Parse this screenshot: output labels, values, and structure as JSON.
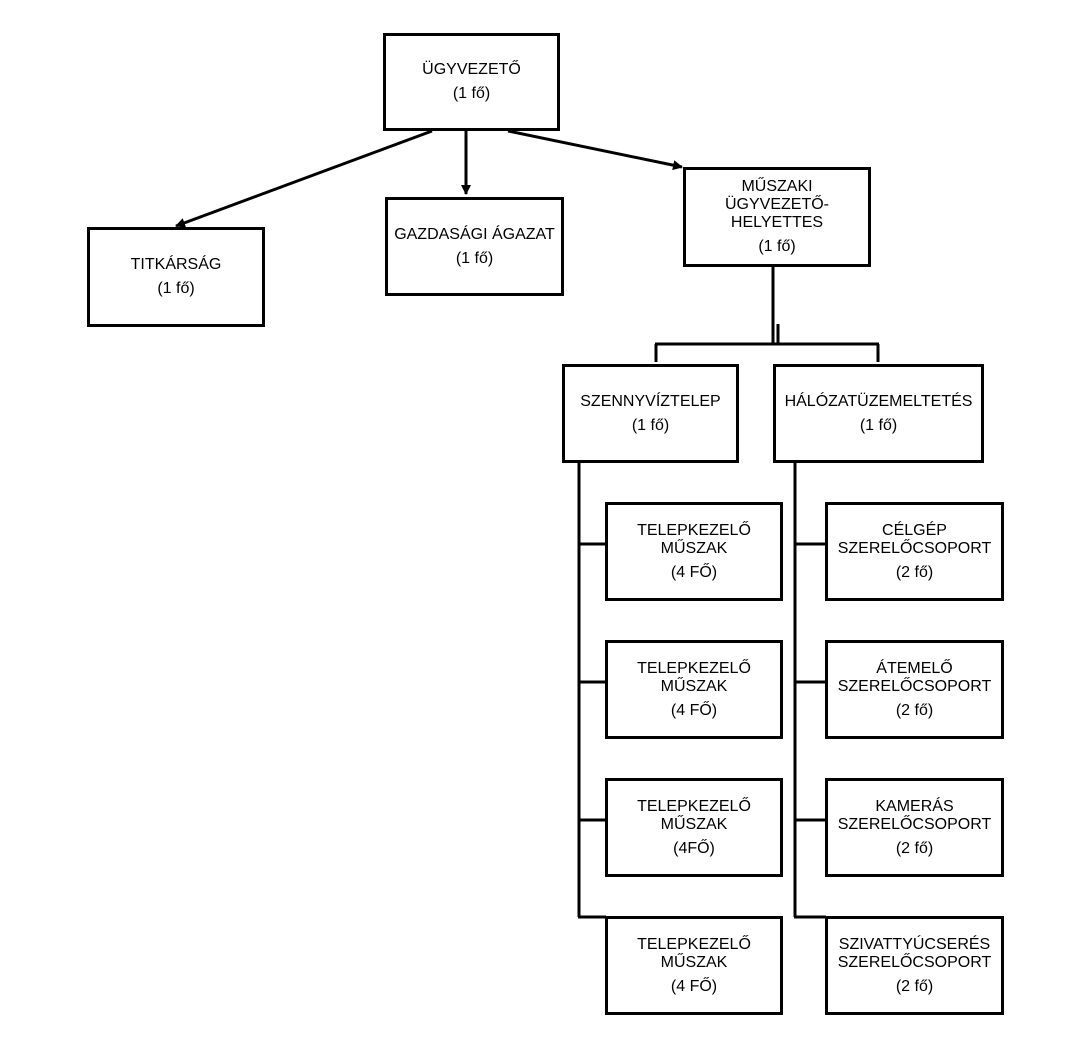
{
  "nodes": {
    "ugyvezeto": {
      "lines": [
        "ÜGYVEZETŐ"
      ],
      "count": "(1 fő)"
    },
    "titkarsag": {
      "lines": [
        "TITKÁRSÁG"
      ],
      "count": "(1 fő)"
    },
    "gazdasagi": {
      "lines": [
        "GAZDASÁGI ÁGAZAT"
      ],
      "count": "(1 fő)"
    },
    "muszaki": {
      "lines": [
        "MŰSZAKI",
        "ÜGYVEZETŐ-",
        "HELYETTES"
      ],
      "count": "(1 fő)"
    },
    "szennyviztelep": {
      "lines": [
        "SZENNYVÍZTELEP"
      ],
      "count": "(1 fő)"
    },
    "halozat": {
      "lines": [
        "HÁLÓZATÜZEMELTETÉS"
      ],
      "count": "(1 fő)"
    },
    "telep1": {
      "lines": [
        "TELEPKEZELŐ",
        "MŰSZAK"
      ],
      "count": "(4 FŐ)"
    },
    "telep2": {
      "lines": [
        "TELEPKEZELŐ",
        "MŰSZAK"
      ],
      "count": "(4 FŐ)"
    },
    "telep3": {
      "lines": [
        "TELEPKEZELŐ",
        "MŰSZAK"
      ],
      "count": "(4FŐ)"
    },
    "telep4": {
      "lines": [
        "TELEPKEZELŐ",
        "MŰSZAK"
      ],
      "count": "(4 FŐ)"
    },
    "celgep": {
      "lines": [
        "CÉLGÉP",
        "SZERELŐCSOPORT"
      ],
      "count": "(2 fő)"
    },
    "atemelo": {
      "lines": [
        "ÁTEMELŐ",
        "SZERELŐCSOPORT"
      ],
      "count": "(2 fő)"
    },
    "kameras": {
      "lines": [
        "KAMERÁS",
        "SZERELŐCSOPORT"
      ],
      "count": "(2 fő)"
    },
    "szivattyu": {
      "lines": [
        "SZIVATTYÚCSERÉS",
        "SZERELŐCSOPORT"
      ],
      "count": "(2 fő)"
    }
  }
}
